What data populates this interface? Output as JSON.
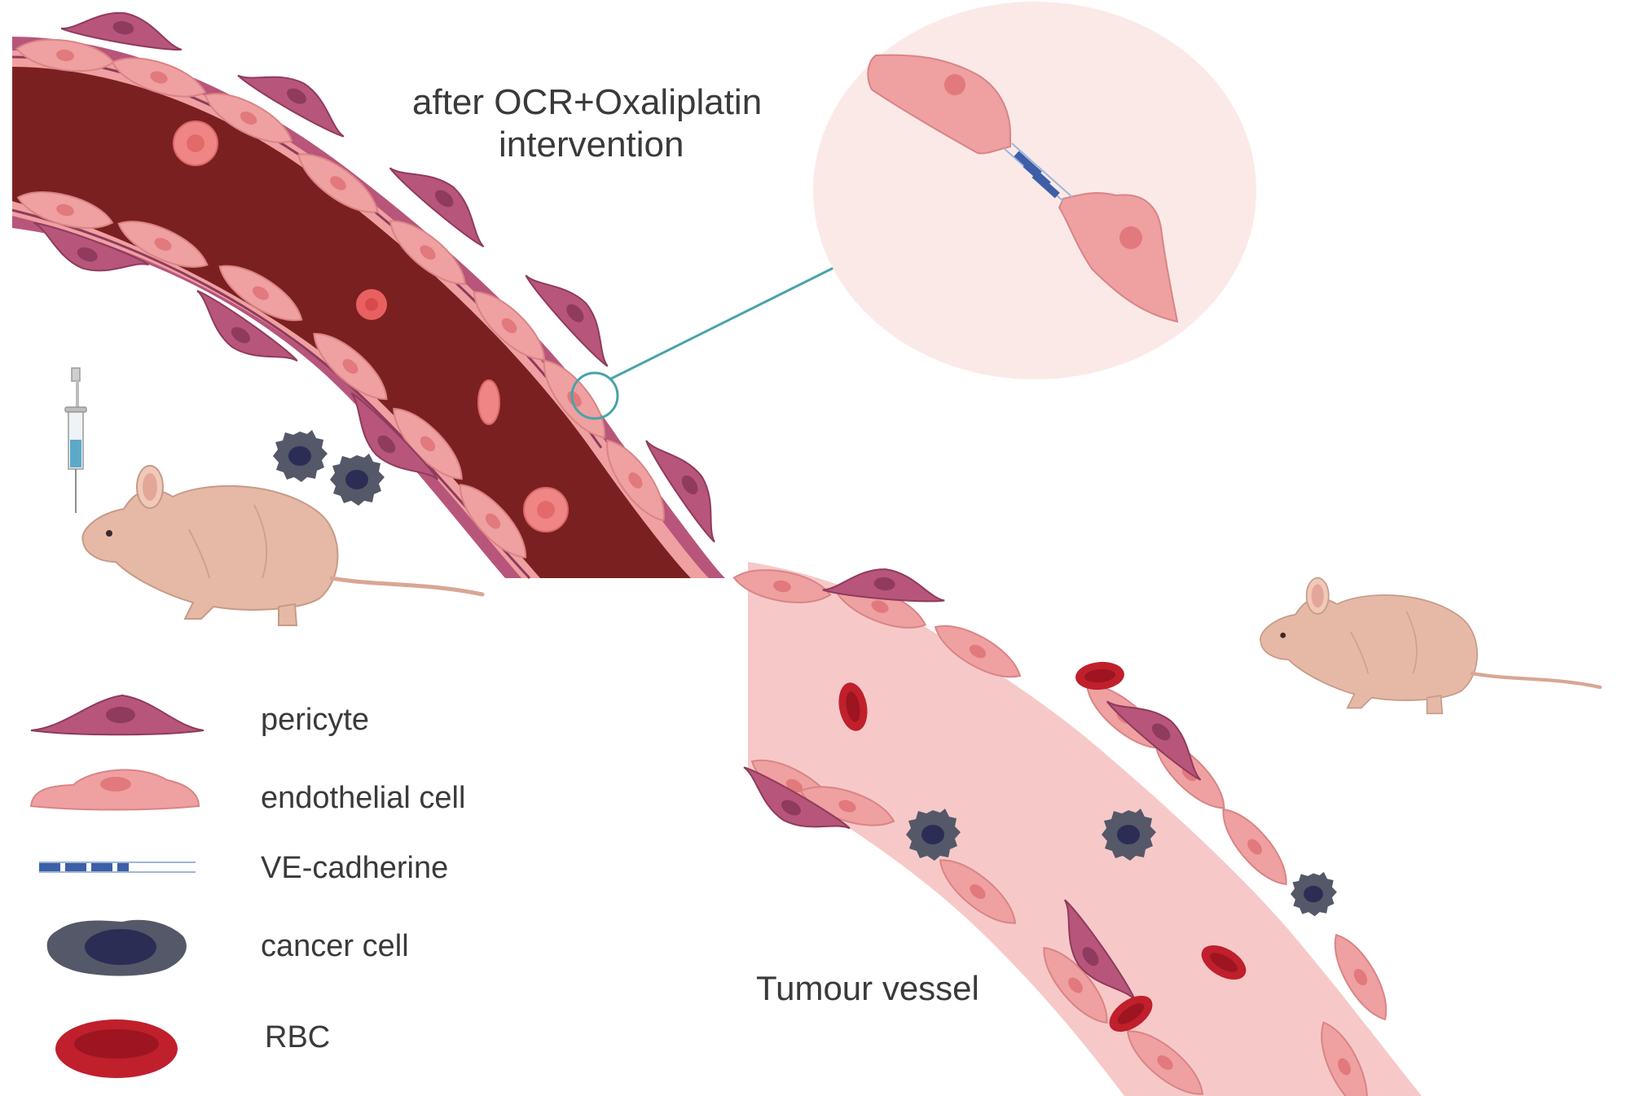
{
  "annotation": {
    "line1": "after OCR+Oxaliplatin",
    "line2": "intervention"
  },
  "tumour_label": "Tumour vessel",
  "legend": [
    {
      "icon": "pericyte-icon",
      "label": "pericyte"
    },
    {
      "icon": "endothelial-cell-icon",
      "label": "endothelial cell"
    },
    {
      "icon": "ve-cadherine-icon",
      "label": "VE-cadherine"
    },
    {
      "icon": "cancer-cell-icon",
      "label": "cancer cell"
    },
    {
      "icon": "rbc-icon",
      "label": "RBC"
    }
  ],
  "colors": {
    "normalized_lumen": "#7a2020",
    "tumour_lumen": "#f6c9c8",
    "pericyte": "#b8557a",
    "endothelial": "#efa0a1",
    "cadherin": "#3d5fa8",
    "cancer_cell": "#555868",
    "rbc": "#c01f2c",
    "callout_line": "#4aa3a8"
  }
}
